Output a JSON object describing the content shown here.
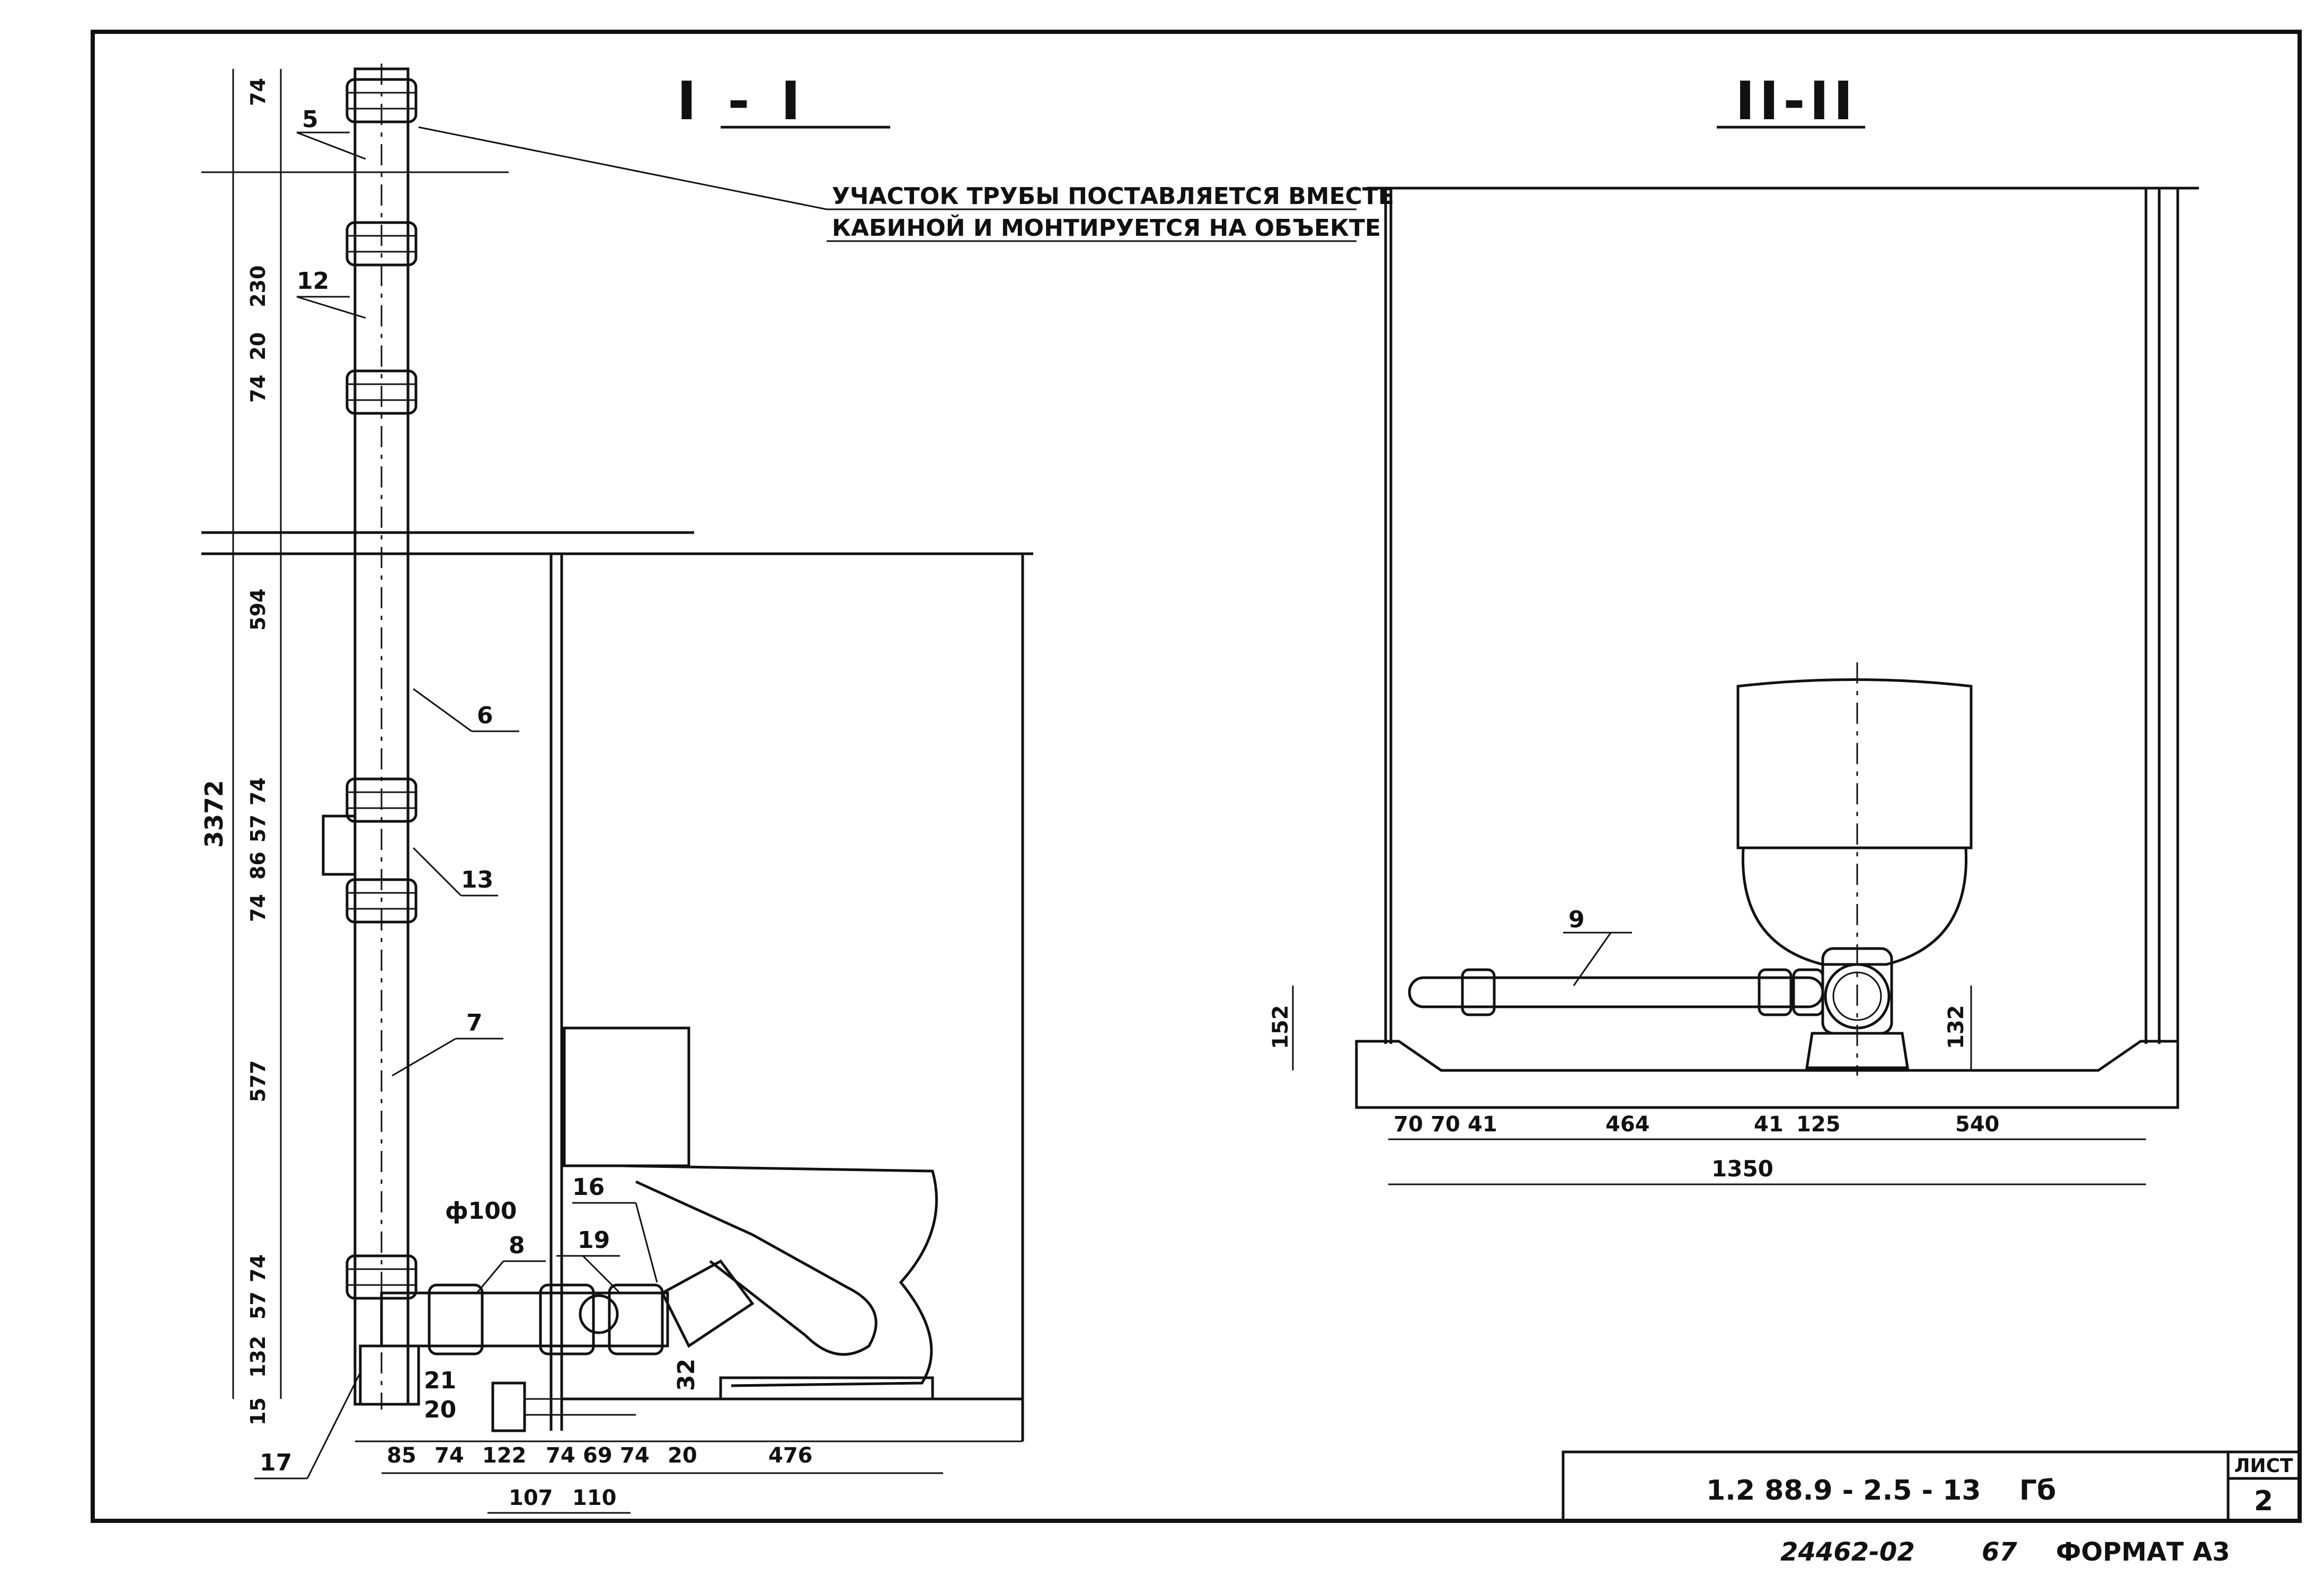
{
  "section_1": {
    "title": "I - I",
    "note_line1": "УЧАСТОК ТРУБЫ ПОСТАВЛЯЕТСЯ ВМЕСТЕ",
    "note_line2": "КАБИНОЙ И МОНТИРУЕТСЯ НА ОБЪЕКТЕ",
    "callouts": [
      "5",
      "12",
      "6",
      "13",
      "7",
      "8",
      "ф100",
      "16",
      "19",
      "21",
      "20",
      "32",
      "17"
    ],
    "vertical_dims": [
      "74",
      "230",
      "74",
      "20",
      "594",
      "74",
      "57",
      "86",
      "74",
      "577",
      "74",
      "57",
      "132",
      "15"
    ],
    "total_height": "3372",
    "bottom_dims": [
      "85",
      "74",
      "122",
      "74",
      "69",
      "74",
      "20",
      "476"
    ],
    "bottom_dims_2": [
      "107",
      "110"
    ]
  },
  "section_2": {
    "title": "II-II",
    "callouts": [
      "9"
    ],
    "left_dim": "152",
    "right_dim": "132",
    "bottom_dims": [
      "70",
      "70",
      "41",
      "464",
      "41",
      "125",
      "540"
    ],
    "total_width": "1350"
  },
  "title_block": {
    "code": "1.2 88.9 - 2.5 - 13    Гб",
    "sheet_label": "ЛИСТ",
    "sheet_number": "2",
    "inventory": "24462-02",
    "page": "67",
    "format": "ФОРМАТ А3"
  }
}
